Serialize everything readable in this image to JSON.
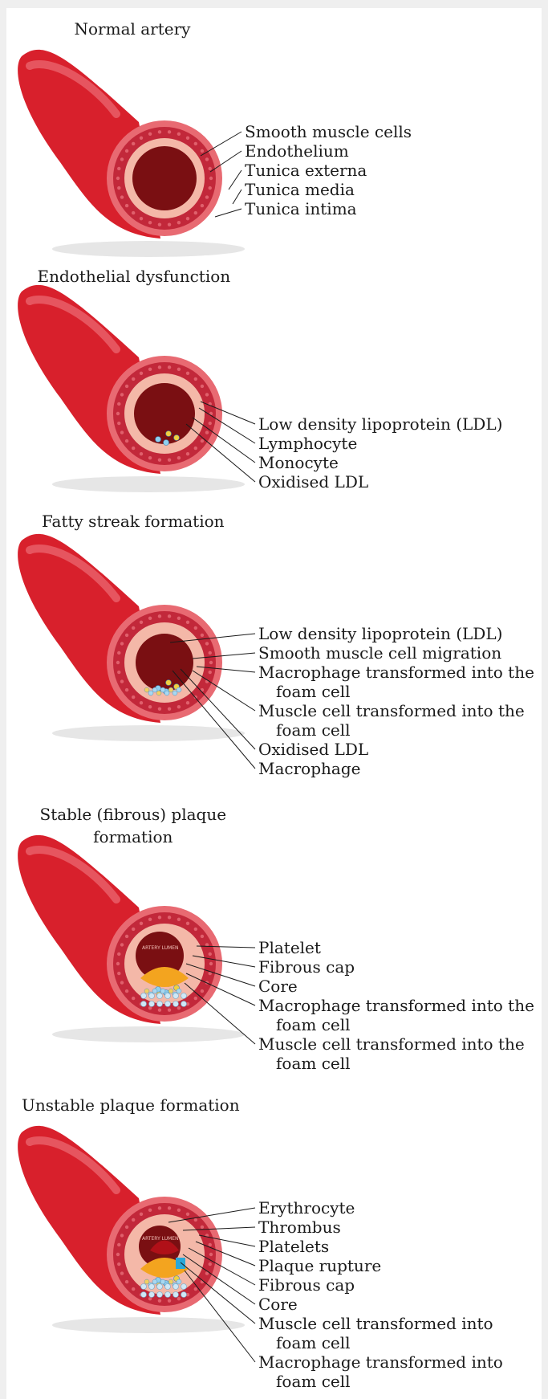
{
  "panels": [
    {
      "title": "Normal artery",
      "labels": [
        "Smooth muscle cells",
        "Endothelium",
        "Tunica externa",
        "Tunica media",
        "Tunica intima"
      ]
    },
    {
      "title": "Endothelial dysfunction",
      "labels": [
        "Low density lipoprotein (LDL)",
        "Lymphocyte",
        "Monocyte",
        "Oxidised LDL"
      ]
    },
    {
      "title": "Fatty streak formation",
      "labels": [
        "Low density lipoprotein (LDL)",
        "Smooth muscle cell migration",
        [
          "Macrophage transformed into the",
          "foam cell"
        ],
        [
          "Muscle cell transformed into the",
          "foam cell"
        ],
        "Oxidised LDL",
        "Macrophage"
      ]
    },
    {
      "title": [
        "Stable (fibrous) plaque",
        "formation"
      ],
      "lumen_text": "ARTERY LUMEN",
      "labels": [
        "Platelet",
        "Fibrous cap",
        "Core",
        [
          "Macrophage transformed into the",
          "foam cell"
        ],
        [
          "Muscle cell transformed into the",
          "foam cell"
        ]
      ]
    },
    {
      "title": "Unstable plaque formation",
      "lumen_text": "ARTERY LUMEN",
      "labels": [
        "Erythrocyte",
        "Thrombus",
        "Platelets",
        "Plaque rupture",
        "Fibrous cap",
        "Core",
        [
          "Muscle cell transformed into",
          "foam cell"
        ],
        [
          "Macrophage transformed into",
          "foam cell"
        ]
      ]
    }
  ],
  "colors": {
    "vessel_outer": "#d8202c",
    "vessel_ring": "#e86a72",
    "media": "#c2283a",
    "intima": "#f4b8a8",
    "lumen": "#7a0f12",
    "plaque": "#f3a41f",
    "platelet": "#2aa8d8"
  }
}
